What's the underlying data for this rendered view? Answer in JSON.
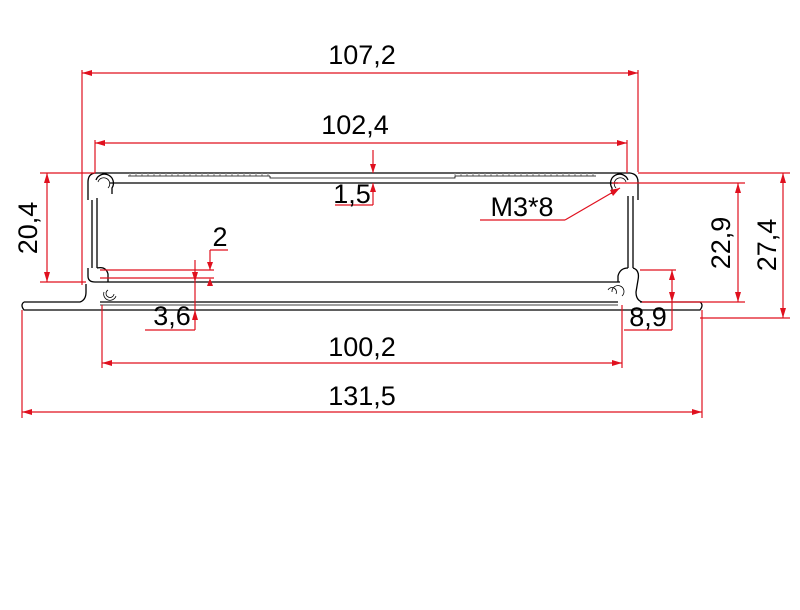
{
  "colors": {
    "dimension_line": "#e0101e",
    "profile": "#000000",
    "background": "#ffffff"
  },
  "dimensions": {
    "overall_top_width": "107,2",
    "inner_top_width": "102,4",
    "top_wall_thickness": "1,5",
    "screw_callout": "M3*8",
    "left_height": "20,4",
    "slot_offset": "2",
    "flange_step": "3,6",
    "right_inner_height": "22,9",
    "right_total_height": "27,4",
    "right_flange_step": "8,9",
    "inner_bottom_width": "100,2",
    "overall_bottom_width": "131,5"
  }
}
